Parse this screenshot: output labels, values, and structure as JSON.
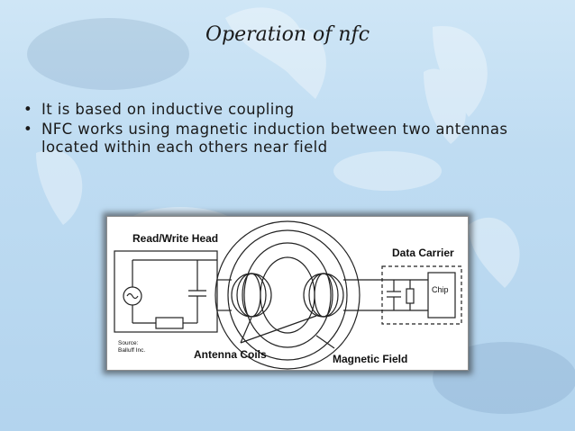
{
  "slide": {
    "title": "Operation of nfc",
    "bullets": [
      "It is based on inductive coupling",
      "NFC works using magnetic induction between two antennas located within each others near field"
    ]
  },
  "diagram": {
    "read_write_head": "Read/Write Head",
    "data_carrier": "Data Carrier",
    "chip": "Chip",
    "source_line1": "Source:",
    "source_line2": "Balluff Inc.",
    "antenna_coils": "Antenna Coils",
    "magnetic_field": "Magnetic Field"
  },
  "colors": {
    "background": "#bfdcf2",
    "text": "#1a1a1a"
  }
}
